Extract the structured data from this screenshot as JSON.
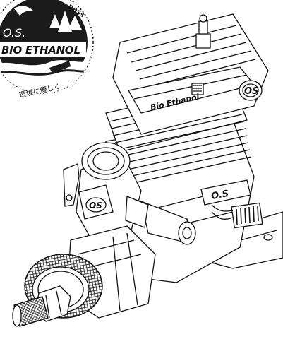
{
  "badge": {
    "arc_top": "ness",
    "brand": "O.S.",
    "product": "BIO ETHANOL",
    "tagline": "環境に優しく"
  },
  "engine": {
    "cooling_plate_text": "Bio Ethanol",
    "head_logo": "OS",
    "crankcase_logo": "OS",
    "side_logo": "O.S"
  },
  "colors": {
    "ink": "#111111",
    "paper": "#ffffff",
    "badge_fill": "#1b1b1b"
  }
}
